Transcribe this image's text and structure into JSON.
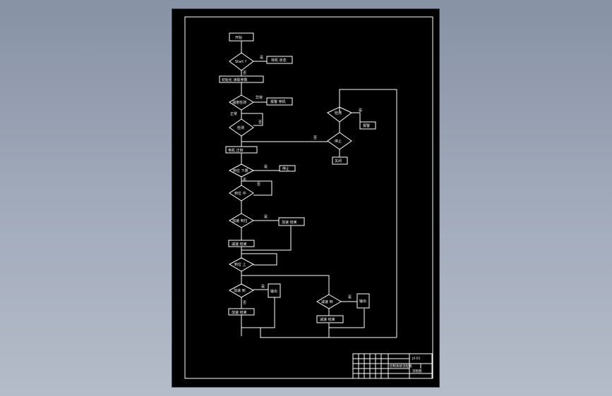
{
  "colors": {
    "background": "#8792a5",
    "sheet": "#000000",
    "line": "#ffffff"
  },
  "flow": {
    "start": "开始",
    "d1": "Start ?",
    "d1_yes": "是",
    "d1_no": "否",
    "b1": "待机 状态",
    "init": "初始化 读取参数",
    "d2": "温度检测",
    "d2_yes": "异常",
    "d2_no": "正常",
    "b2": "报警 停机",
    "d3": "检测",
    "d3_no": "否",
    "b3": "电机 正转",
    "d4": "到位 下限",
    "d4_yes": "是",
    "d4_no": "否",
    "b4": "停止",
    "d5": "到位 中",
    "d5_no": "否",
    "d6": "加速 到位",
    "d6_yes": "是",
    "b6r": "加速 结束",
    "b6": "减速 结束",
    "d7": "到位 上",
    "d8": "加速 到",
    "d8_yes": "是",
    "d8_no": "否",
    "b8r": "输出",
    "b8": "加速 结束",
    "d9": "减速 到",
    "d9_yes": "是",
    "b9r": "输出",
    "b9": "减速 结束",
    "r1": "检测",
    "r1_yes": "是",
    "r1_box": "报警",
    "r2": "停止",
    "r2_no": "否",
    "r2_box": "关闭"
  },
  "title_block": {
    "title": "控制系统流程图",
    "drawing_no": "JX-01",
    "sub": "流程图"
  }
}
